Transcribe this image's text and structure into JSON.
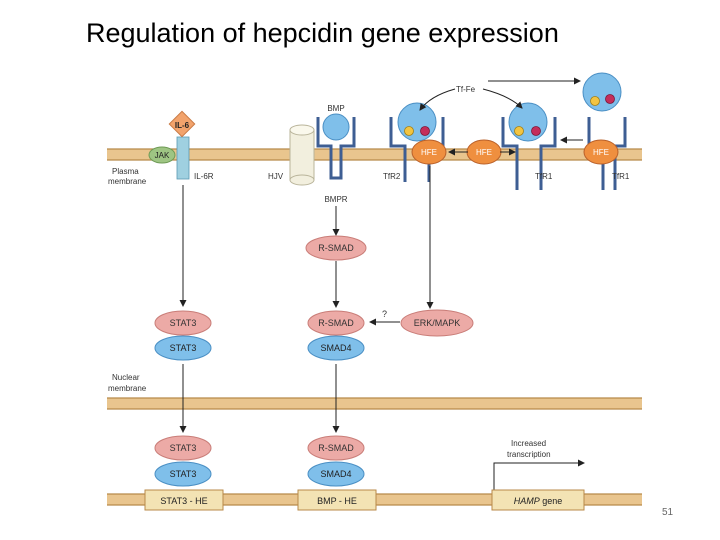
{
  "title": "Regulation of hepcidin gene expression",
  "page_number": "51",
  "colors": {
    "membrane": "#e9c58e",
    "membrane_edge": "#b88a4a",
    "receptor": "#3e5e93",
    "blue_molecule": "#7fbfea",
    "blue_edge": "#4a8fc4",
    "pink_node": "#ecaaa6",
    "pink_edge": "#c97d78",
    "hfe": "#ef8f3f",
    "il6": "#f2a36c",
    "jak": "#9ec583",
    "iron_yellow": "#f2c441",
    "iron_red": "#c42d5a"
  },
  "labels": {
    "plasma_membrane": [
      "Plasma",
      "membrane"
    ],
    "nuclear_membrane": [
      "Nuclear",
      "membrane"
    ],
    "il6": "IL-6",
    "jak": "JAK",
    "il6r": "IL-6R",
    "hjv": "HJV",
    "bmp": "BMP",
    "bmpr": "BMPR",
    "tfr2": "TfR2",
    "tfr1_a": "TfR1",
    "tfr1_b": "TfR1",
    "tf_fe": "Tf-Fe",
    "hfe_1": "HFE",
    "hfe_2": "HFE",
    "hfe_3": "HFE",
    "question": "?",
    "increased_transcription": [
      "Increased",
      "transcription"
    ]
  },
  "nodes": {
    "rsmad_cyto": "R-SMAD",
    "stat3_a_top": "STAT3",
    "stat3_a_bottom": "STAT3",
    "rsmad_mid": "R-SMAD",
    "smad4_mid": "SMAD4",
    "erk_mapk": "ERK/MAPK",
    "stat3_n_top": "STAT3",
    "stat3_n_bottom": "STAT3",
    "rsmad_nuc": "R-SMAD",
    "smad4_nuc": "SMAD4"
  },
  "dna": {
    "stat3_he": "STAT3 - HE",
    "bmp_he": "BMP - HE",
    "hamp_gene": "HAMP",
    "gene_suffix": " gene"
  }
}
